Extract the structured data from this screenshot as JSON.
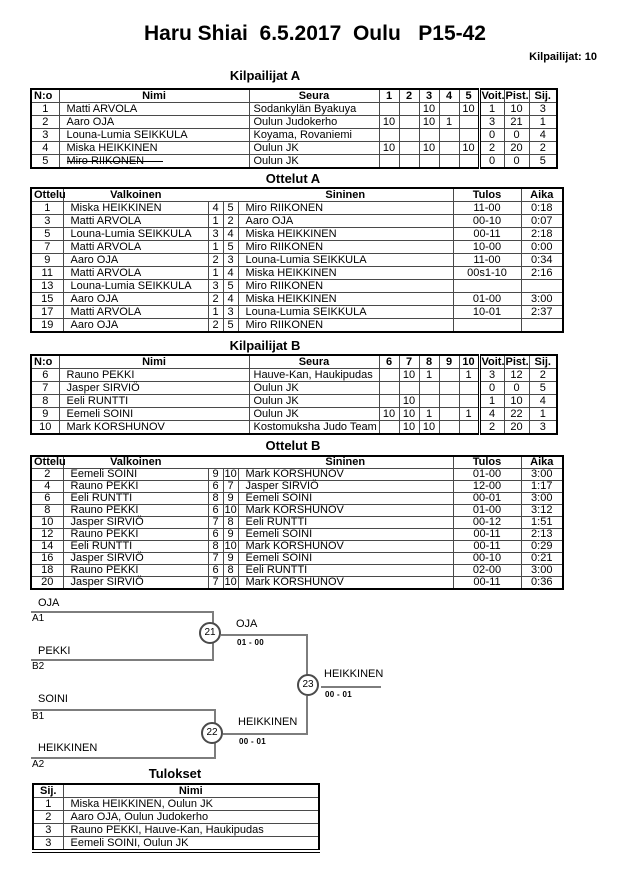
{
  "page": {
    "title": "Haru Shiai  6.5.2017  Oulu   P15-42",
    "competitors": "Kilpailijat: 10"
  },
  "kilpailijat_a": {
    "heading": "Kilpailijat A",
    "columns": [
      "N:o",
      "Nimi",
      "Seura",
      "1",
      "2",
      "3",
      "4",
      "5",
      "Voit.",
      "Pist.",
      "Sij."
    ],
    "rows": [
      {
        "no": "1",
        "nimi": "Matti ARVOLA",
        "seura": "Sodankylän Byakuya",
        "r0": "",
        "r1": "",
        "r2": "10",
        "r3": "",
        "r4": "10",
        "voit": "1",
        "pist": "10",
        "sij": "3"
      },
      {
        "no": "2",
        "nimi": "Aaro OJA",
        "seura": "Oulun Judokerho",
        "r0": "10",
        "r1": "",
        "r2": "10",
        "r3": "1",
        "r4": "",
        "voit": "3",
        "pist": "21",
        "sij": "1"
      },
      {
        "no": "3",
        "nimi": "Louna-Lumia SEIKKULA",
        "seura": "Koyama, Rovaniemi",
        "r0": "",
        "r1": "",
        "r2": "",
        "r3": "",
        "r4": "",
        "voit": "0",
        "pist": "0",
        "sij": "4"
      },
      {
        "no": "4",
        "nimi": "Miska HEIKKINEN",
        "seura": "Oulun JK",
        "r0": "10",
        "r1": "",
        "r2": "10",
        "r3": "",
        "r4": "10",
        "voit": "2",
        "pist": "20",
        "sij": "2"
      },
      {
        "no": "5",
        "nimi": "Miro RIIKONEN",
        "seura": "Oulun JK",
        "r0": "",
        "r1": "",
        "r2": "",
        "r3": "",
        "r4": "",
        "voit": "0",
        "pist": "0",
        "sij": "5",
        "struck": true
      }
    ]
  },
  "ottelut_a": {
    "heading": "Ottelut A",
    "columns": [
      "Ottelu",
      "Valkoinen",
      "Sininen",
      "Tulos",
      "Aika"
    ],
    "rows": [
      {
        "no": "1",
        "valkoinen": "Miska HEIKKINEN",
        "wn": "4",
        "bn": "5",
        "sininen": "Miro RIIKONEN",
        "tulos": "11-00",
        "aika": "0:18"
      },
      {
        "no": "3",
        "valkoinen": "Matti ARVOLA",
        "wn": "1",
        "bn": "2",
        "sininen": "Aaro OJA",
        "tulos": "00-10",
        "aika": "0:07"
      },
      {
        "no": "5",
        "valkoinen": "Louna-Lumia SEIKKULA",
        "wn": "3",
        "bn": "4",
        "sininen": "Miska HEIKKINEN",
        "tulos": "00-11",
        "aika": "2:18"
      },
      {
        "no": "7",
        "valkoinen": "Matti ARVOLA",
        "wn": "1",
        "bn": "5",
        "sininen": "Miro RIIKONEN",
        "tulos": "10-00",
        "aika": "0:00"
      },
      {
        "no": "9",
        "valkoinen": "Aaro OJA",
        "wn": "2",
        "bn": "3",
        "sininen": "Louna-Lumia SEIKKULA",
        "tulos": "11-00",
        "aika": "0:34"
      },
      {
        "no": "11",
        "valkoinen": "Matti ARVOLA",
        "wn": "1",
        "bn": "4",
        "sininen": "Miska HEIKKINEN",
        "tulos": "00s1-10",
        "aika": "2:16"
      },
      {
        "no": "13",
        "valkoinen": "Louna-Lumia SEIKKULA",
        "wn": "3",
        "bn": "5",
        "sininen": "Miro RIIKONEN",
        "tulos": "",
        "aika": ""
      },
      {
        "no": "15",
        "valkoinen": "Aaro OJA",
        "wn": "2",
        "bn": "4",
        "sininen": "Miska HEIKKINEN",
        "tulos": "01-00",
        "aika": "3:00"
      },
      {
        "no": "17",
        "valkoinen": "Matti ARVOLA",
        "wn": "1",
        "bn": "3",
        "sininen": "Louna-Lumia SEIKKULA",
        "tulos": "10-01",
        "aika": "2:37"
      },
      {
        "no": "19",
        "valkoinen": "Aaro OJA",
        "wn": "2",
        "bn": "5",
        "sininen": "Miro RIIKONEN",
        "tulos": "",
        "aika": ""
      }
    ]
  },
  "kilpailijat_b": {
    "heading": "Kilpailijat B",
    "columns": [
      "N:o",
      "Nimi",
      "Seura",
      "6",
      "7",
      "8",
      "9",
      "10",
      "Voit.",
      "Pist.",
      "Sij."
    ],
    "rows": [
      {
        "no": "6",
        "nimi": "Rauno PEKKI",
        "seura": "Hauve-Kan, Haukipudas",
        "r0": "",
        "r1": "10",
        "r2": "1",
        "r3": "",
        "r4": "1",
        "voit": "3",
        "pist": "12",
        "sij": "2"
      },
      {
        "no": "7",
        "nimi": "Jasper SIRVIÖ",
        "seura": "Oulun JK",
        "r0": "",
        "r1": "",
        "r2": "",
        "r3": "",
        "r4": "",
        "voit": "0",
        "pist": "0",
        "sij": "5"
      },
      {
        "no": "8",
        "nimi": "Eeli RUNTTI",
        "seura": "Oulun JK",
        "r0": "",
        "r1": "10",
        "r2": "",
        "r3": "",
        "r4": "",
        "voit": "1",
        "pist": "10",
        "sij": "4"
      },
      {
        "no": "9",
        "nimi": "Eemeli SOINI",
        "seura": "Oulun JK",
        "r0": "10",
        "r1": "10",
        "r2": "1",
        "r3": "",
        "r4": "1",
        "voit": "4",
        "pist": "22",
        "sij": "1"
      },
      {
        "no": "10",
        "nimi": "Mark KORSHUNOV",
        "seura": "Kostomuksha Judo Team",
        "r0": "",
        "r1": "10",
        "r2": "10",
        "r3": "",
        "r4": "",
        "voit": "2",
        "pist": "20",
        "sij": "3"
      }
    ]
  },
  "ottelut_b": {
    "heading": "Ottelut B",
    "columns": [
      "Ottelu",
      "Valkoinen",
      "Sininen",
      "Tulos",
      "Aika"
    ],
    "rows": [
      {
        "no": "2",
        "valkoinen": "Eemeli SOINI",
        "wn": "9",
        "bn": "10",
        "sininen": "Mark KORSHUNOV",
        "tulos": "01-00",
        "aika": "3:00"
      },
      {
        "no": "4",
        "valkoinen": "Rauno PEKKI",
        "wn": "6",
        "bn": "7",
        "sininen": "Jasper SIRVIÖ",
        "tulos": "12-00",
        "aika": "1:17"
      },
      {
        "no": "6",
        "valkoinen": "Eeli RUNTTI",
        "wn": "8",
        "bn": "9",
        "sininen": "Eemeli SOINI",
        "tulos": "00-01",
        "aika": "3:00"
      },
      {
        "no": "8",
        "valkoinen": "Rauno PEKKI",
        "wn": "6",
        "bn": "10",
        "sininen": "Mark KORSHUNOV",
        "tulos": "01-00",
        "aika": "3:12"
      },
      {
        "no": "10",
        "valkoinen": "Jasper SIRVIÖ",
        "wn": "7",
        "bn": "8",
        "sininen": "Eeli RUNTTI",
        "tulos": "00-12",
        "aika": "1:51"
      },
      {
        "no": "12",
        "valkoinen": "Rauno PEKKI",
        "wn": "6",
        "bn": "9",
        "sininen": "Eemeli SOINI",
        "tulos": "00-11",
        "aika": "2:13"
      },
      {
        "no": "14",
        "valkoinen": "Eeli RUNTTI",
        "wn": "8",
        "bn": "10",
        "sininen": "Mark KORSHUNOV",
        "tulos": "00-11",
        "aika": "0:29"
      },
      {
        "no": "16",
        "valkoinen": "Jasper SIRVIÖ",
        "wn": "7",
        "bn": "9",
        "sininen": "Eemeli SOINI",
        "tulos": "00-10",
        "aika": "0:21"
      },
      {
        "no": "18",
        "valkoinen": "Rauno PEKKI",
        "wn": "6",
        "bn": "8",
        "sininen": "Eeli RUNTTI",
        "tulos": "02-00",
        "aika": "3:00"
      },
      {
        "no": "20",
        "valkoinen": "Jasper SIRVIÖ",
        "wn": "7",
        "bn": "10",
        "sininen": "Mark KORSHUNOV",
        "tulos": "00-11",
        "aika": "0:36"
      }
    ]
  },
  "bracket": {
    "entries": [
      {
        "name": "OJA",
        "seed": "A1"
      },
      {
        "name": "PEKKI",
        "seed": "B2"
      },
      {
        "name": "SOINI",
        "seed": "B1"
      },
      {
        "name": "HEIKKINEN",
        "seed": "A2"
      }
    ],
    "matches": [
      {
        "number": "21",
        "winner": "OJA",
        "score": "01 - 00"
      },
      {
        "number": "22",
        "winner": "HEIKKINEN",
        "score": "00 - 01"
      },
      {
        "number": "23",
        "winner": "HEIKKINEN",
        "score": "00 - 01"
      }
    ]
  },
  "tulokset": {
    "heading": "Tulokset",
    "columns": [
      "Sij.",
      "Nimi"
    ],
    "rows": [
      {
        "sij": "1",
        "nimi": "Miska HEIKKINEN, Oulun JK"
      },
      {
        "sij": "2",
        "nimi": "Aaro OJA, Oulun Judokerho"
      },
      {
        "sij": "3",
        "nimi": "Rauno PEKKI, Hauve-Kan, Haukipudas"
      },
      {
        "sij": "3",
        "nimi": "Eemeli SOINI, Oulun JK"
      }
    ]
  }
}
